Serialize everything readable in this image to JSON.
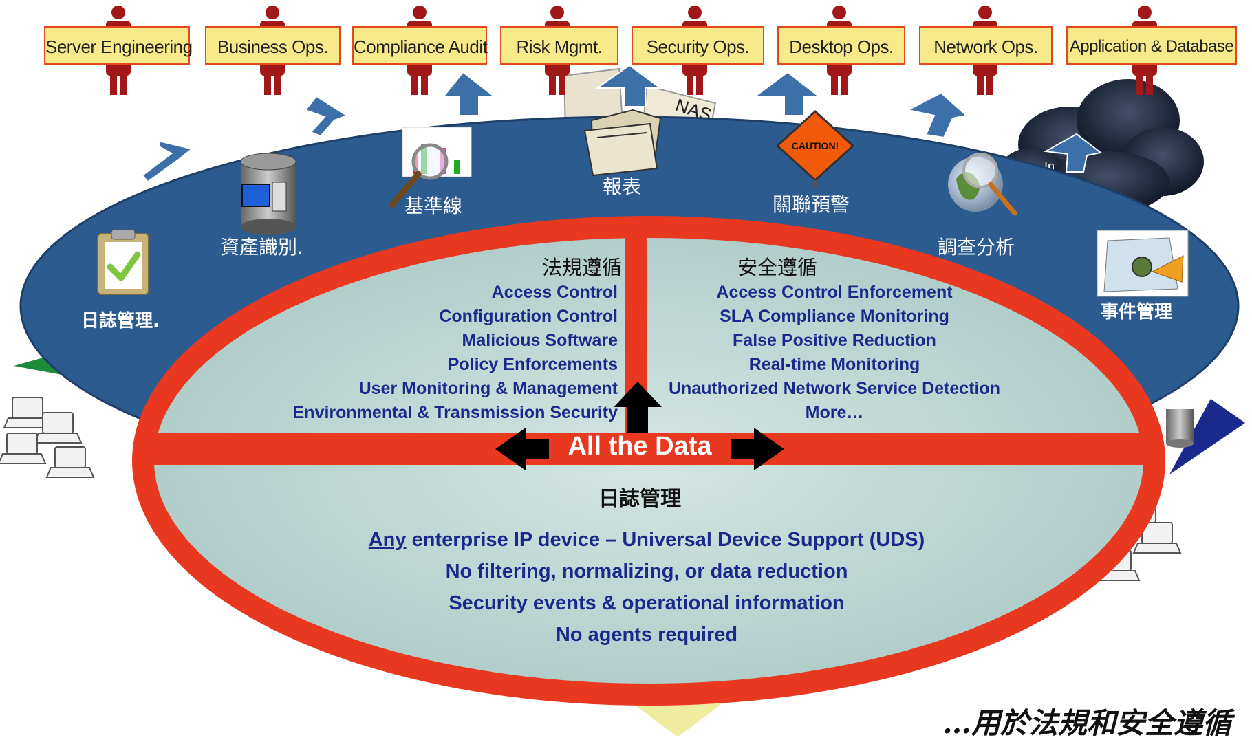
{
  "departments": [
    "Server Engineering",
    "Business Ops.",
    "Compliance Audit",
    "Risk Mgmt.",
    "Security Ops.",
    "Desktop Ops.",
    "Network Ops.",
    "Application & Database"
  ],
  "ring_labels": {
    "log_management": "日誌管理.",
    "asset_identification": "資產識別.",
    "baseline": "基準線",
    "reports": "報表",
    "correlation_alerts": "關聯預警",
    "investigation": "調查分析",
    "incident_management": "事件管理"
  },
  "background_labels": {
    "nas": "NAS",
    "caution_sign": "CAUTION!",
    "cloud": "In"
  },
  "compliance": {
    "heading": "法規遵循",
    "items": [
      "Access Control",
      "Configuration Control",
      "Malicious Software",
      "Policy Enforcements",
      "User Monitoring & Management",
      "Environmental & Transmission Security"
    ]
  },
  "security": {
    "heading": "安全遵循",
    "items": [
      "Access Control Enforcement",
      "SLA Compliance Monitoring",
      "False Positive Reduction",
      "Real-time Monitoring",
      "Unauthorized Network Service Detection",
      "More…"
    ]
  },
  "center_label": "All the Data",
  "log_section": {
    "heading": "日誌管理",
    "line1_underlined": "Any",
    "line1_rest": " enterprise IP device – Universal Device Support (UDS)",
    "line2": "No filtering, normalizing, or data reduction",
    "line3": "Security events & operational information",
    "line4": "No agents required"
  },
  "tagline": "…用於法規和安全遵循",
  "colors": {
    "ring_blue": "#2c5b8f",
    "inner_teal": "#bdd6d3",
    "red_band": "#e8381f",
    "dept_fill": "#f8e98a",
    "dept_border": "#e24a1d",
    "text_navy": "#1a2a8c",
    "person": "#a01818",
    "arrow_blue": "#3d6fa8"
  }
}
